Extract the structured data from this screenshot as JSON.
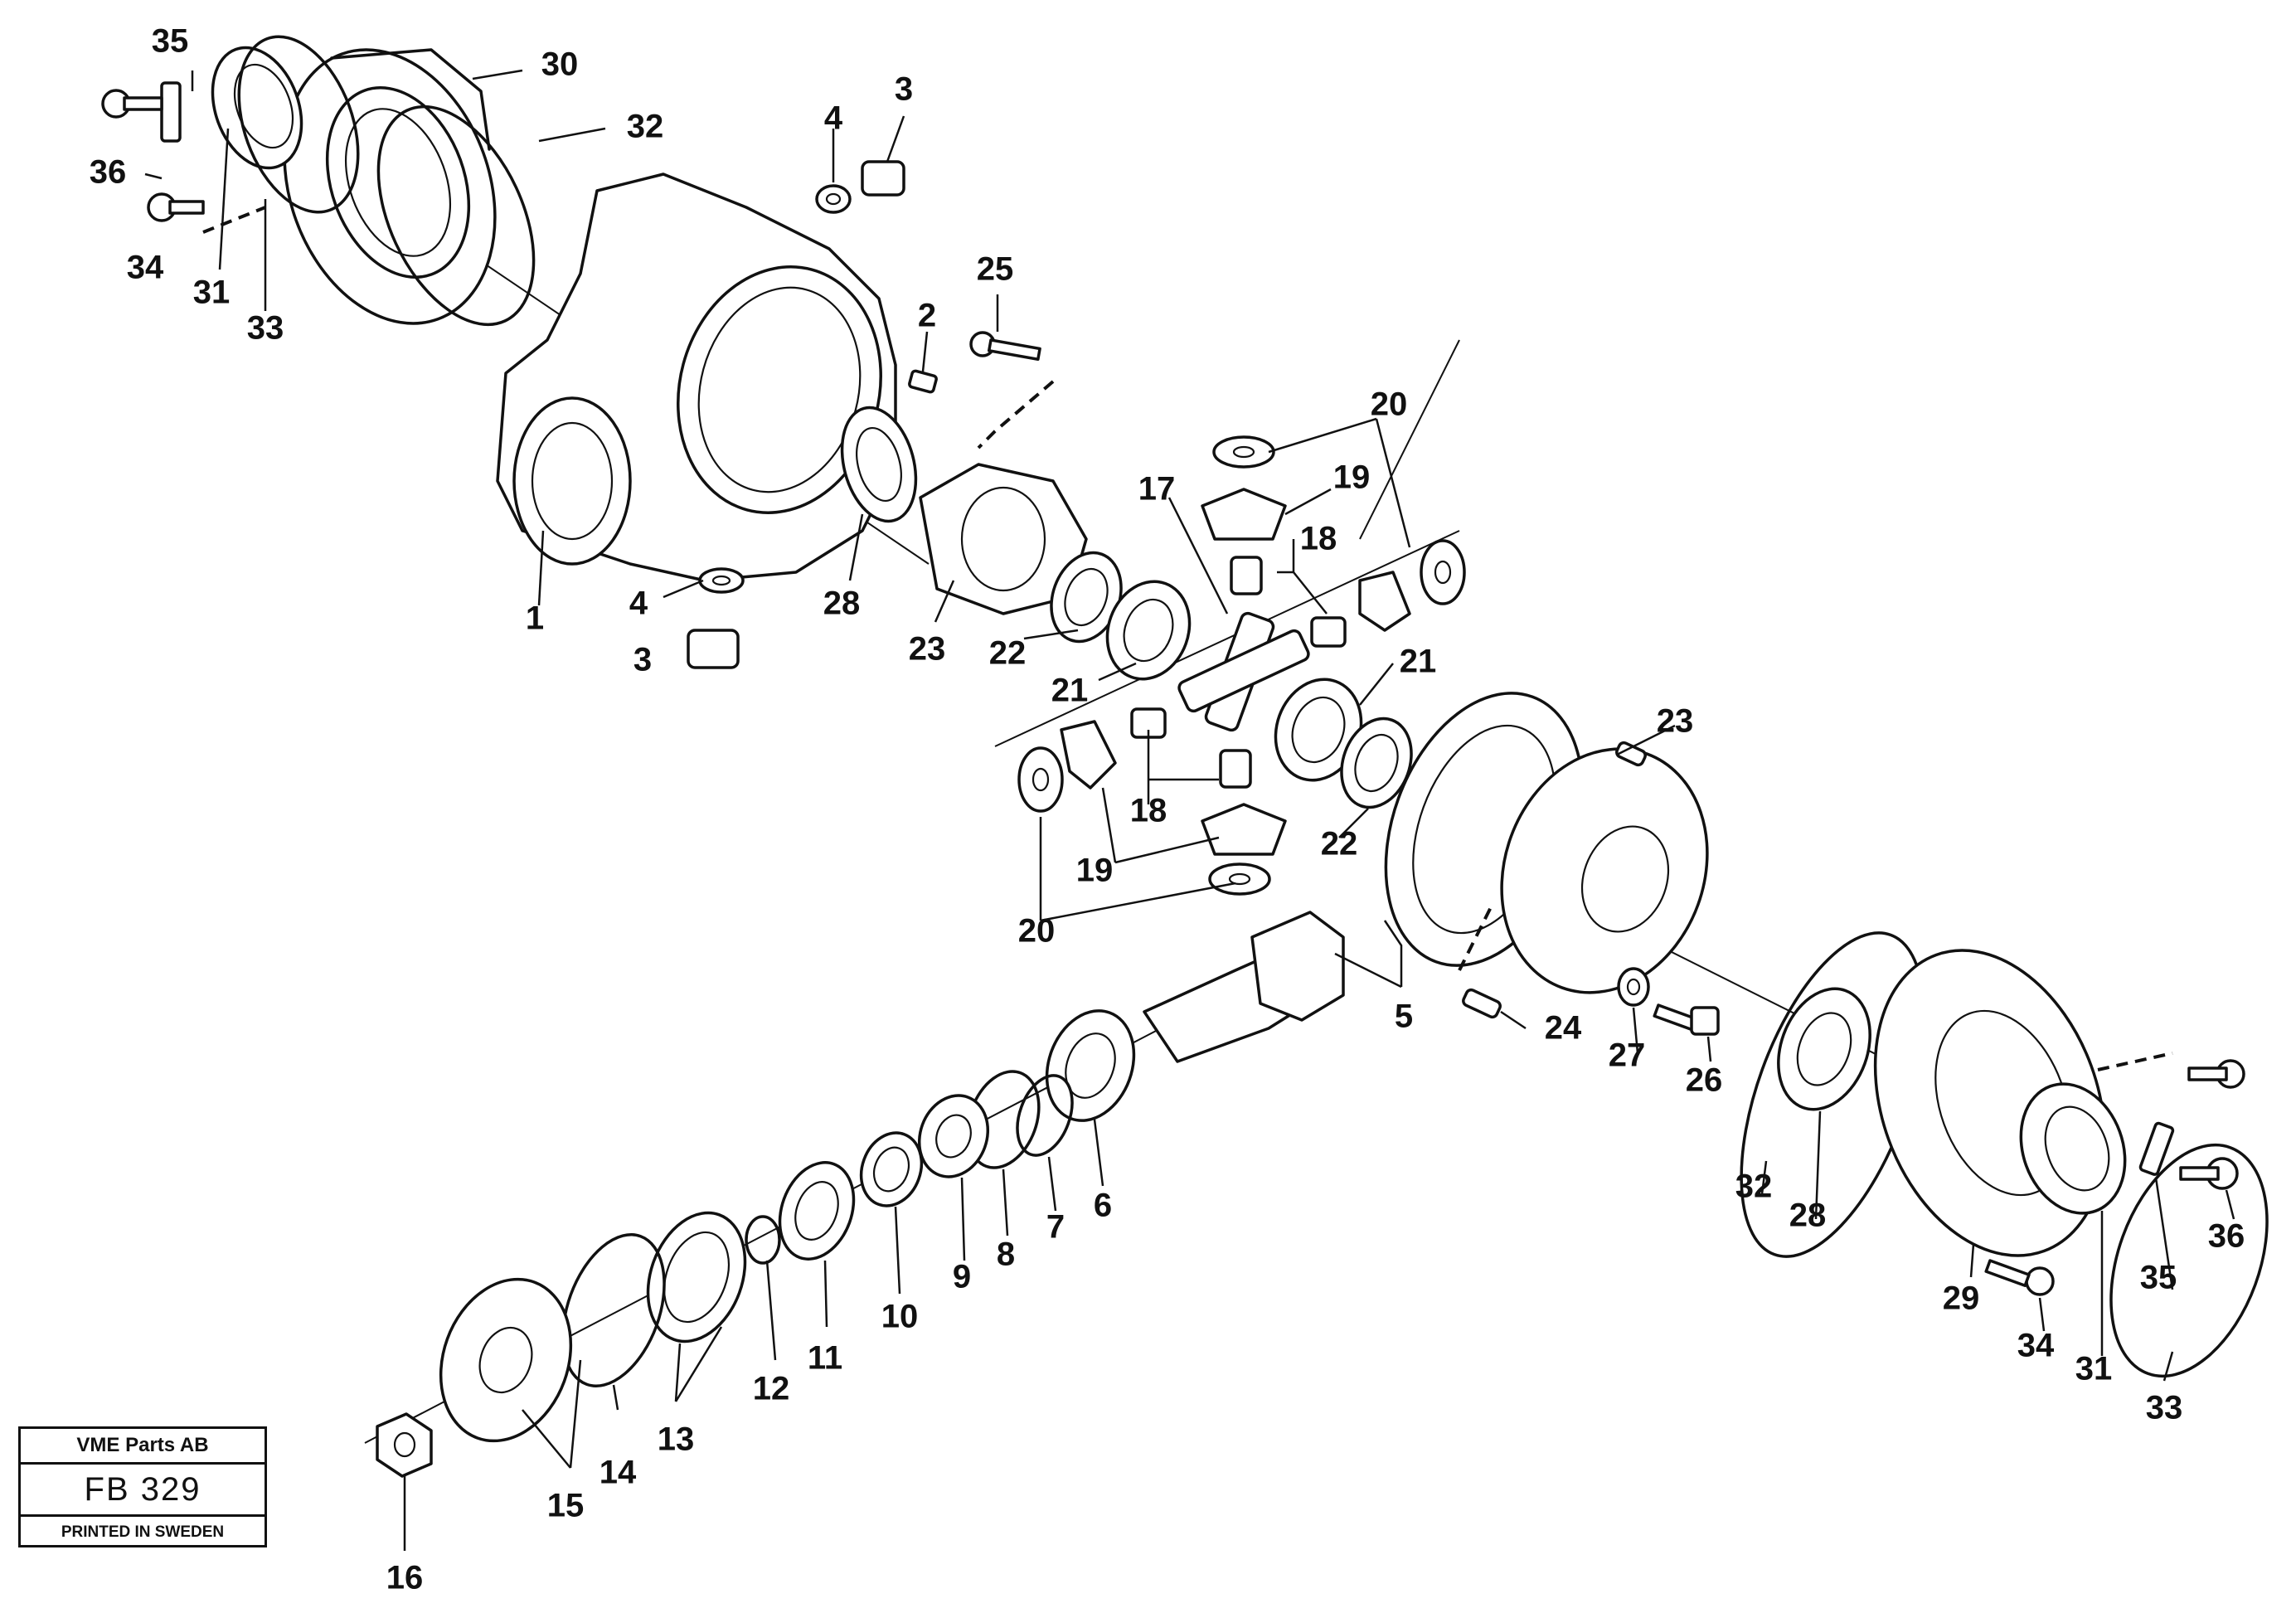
{
  "title_block": {
    "company": "VME Parts AB",
    "code": "FB 329",
    "printed": "PRINTED IN SWEDEN"
  },
  "labels": {
    "l1": "1",
    "l2": "2",
    "l3a": "3",
    "l3b": "3",
    "l4a": "4",
    "l4b": "4",
    "l5": "5",
    "l6": "6",
    "l7": "7",
    "l8": "8",
    "l9": "9",
    "l10": "10",
    "l11": "11",
    "l12": "12",
    "l13": "13",
    "l14": "14",
    "l15": "15",
    "l16": "16",
    "l17": "17",
    "l18a": "18",
    "l18b": "18",
    "l19a": "19",
    "l19b": "19",
    "l20a": "20",
    "l20b": "20",
    "l21a": "21",
    "l21b": "21",
    "l22a": "22",
    "l22b": "22",
    "l23a": "23",
    "l23b": "23",
    "l24": "24",
    "l25": "25",
    "l26": "26",
    "l27": "27",
    "l28a": "28",
    "l28b": "28",
    "l29": "29",
    "l30": "30",
    "l31a": "31",
    "l31b": "31",
    "l32a": "32",
    "l32b": "32",
    "l33a": "33",
    "l33b": "33",
    "l34a": "34",
    "l34b": "34",
    "l35a": "35",
    "l35b": "35",
    "l36a": "36",
    "l36b": "36"
  }
}
